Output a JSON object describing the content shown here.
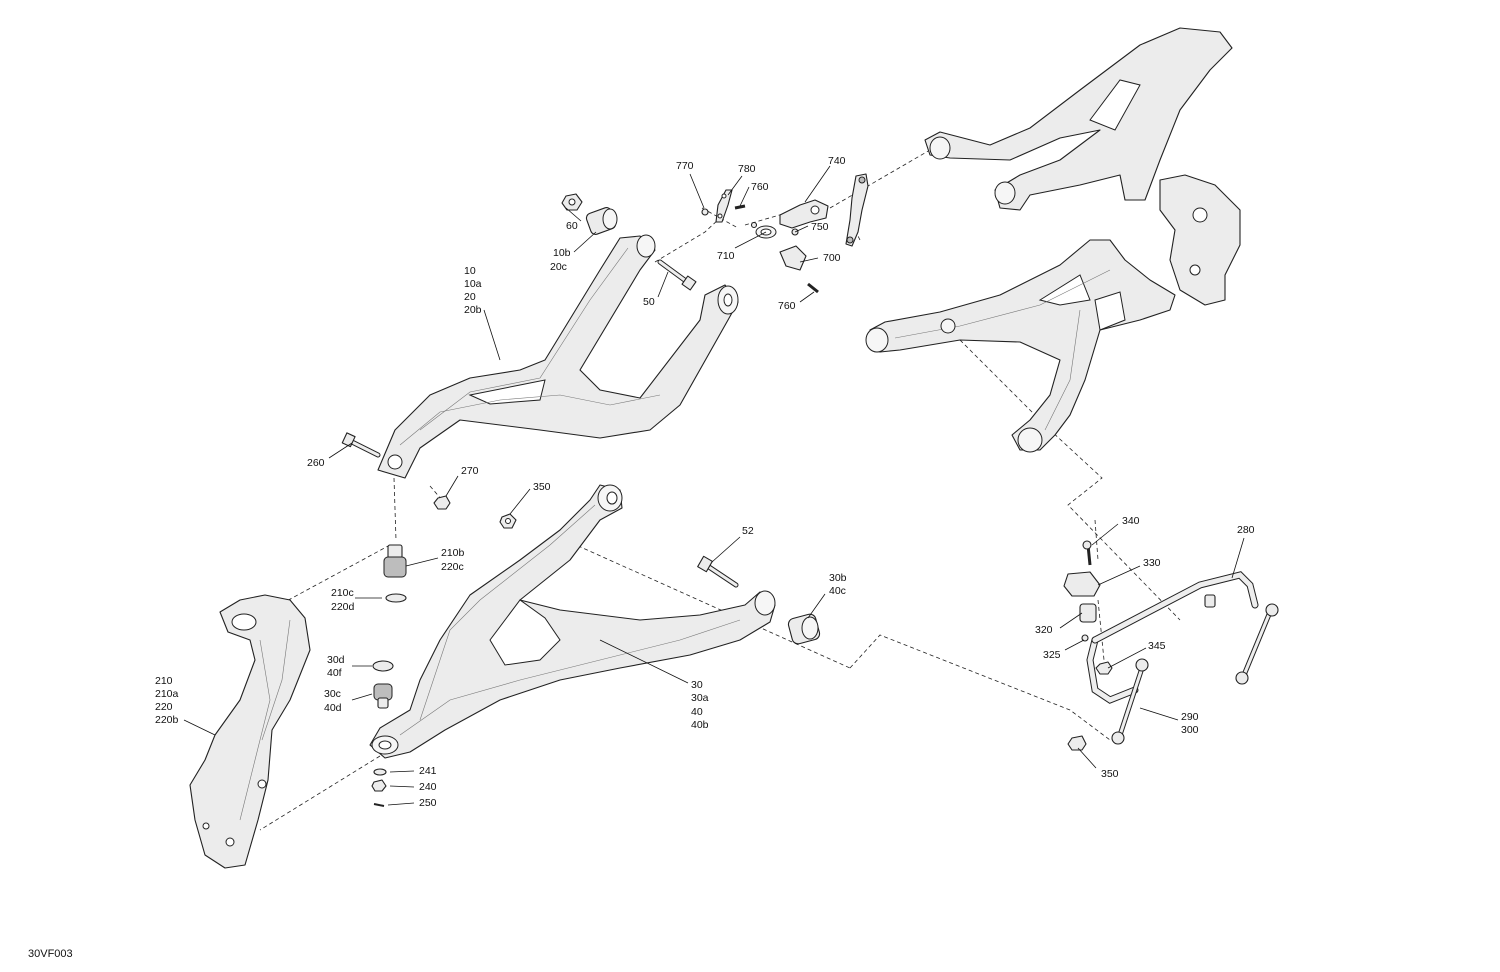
{
  "diagram": {
    "code": "30VF003",
    "callouts": {
      "c770": "770",
      "c780": "780",
      "c760a": "760",
      "c740": "740",
      "c750": "750",
      "c710": "710",
      "c700": "700",
      "c760b": "760",
      "c60": "60",
      "c10b": "10b",
      "c20c": "20c",
      "c50": "50",
      "c10": "10",
      "c10a": "10a",
      "c20": "20",
      "c20b": "20b",
      "c260": "260",
      "c270": "270",
      "c350a": "350",
      "c52": "52",
      "c210b": "210b",
      "c220c": "220c",
      "c210c": "210c",
      "c220d": "220d",
      "c30b": "30b",
      "c40c": "40c",
      "c30d": "30d",
      "c40f": "40f",
      "c30c": "30c",
      "c40d": "40d",
      "c210": "210",
      "c210a": "210a",
      "c220": "220",
      "c220b": "220b",
      "c30": "30",
      "c30a": "30a",
      "c40": "40",
      "c40b": "40b",
      "c241": "241",
      "c240": "240",
      "c250": "250",
      "c340": "340",
      "c330": "330",
      "c280": "280",
      "c320": "320",
      "c325": "325",
      "c345": "345",
      "c290": "290",
      "c300": "300",
      "c350b": "350"
    }
  }
}
